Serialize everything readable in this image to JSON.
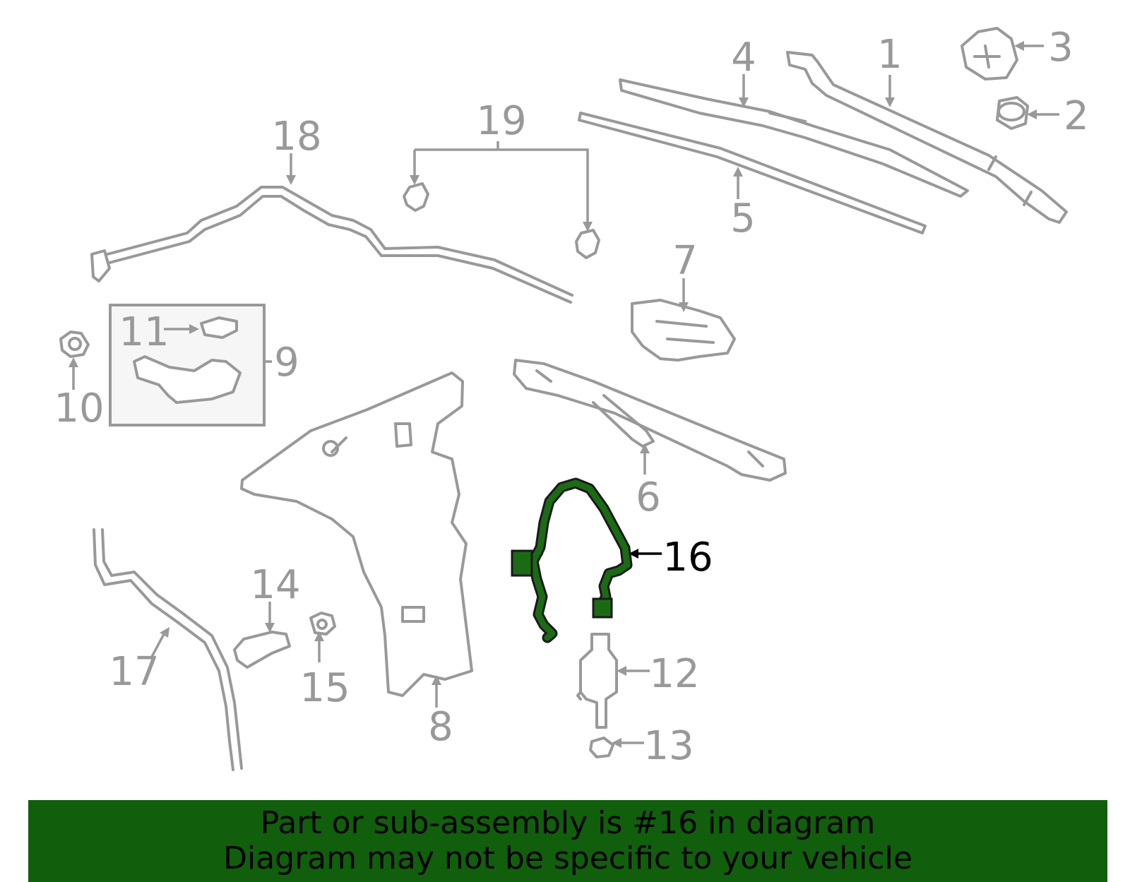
{
  "callouts": {
    "c1": "1",
    "c2": "2",
    "c3": "3",
    "c4": "4",
    "c5": "5",
    "c6": "6",
    "c7": "7",
    "c8": "8",
    "c9": "9",
    "c10": "10",
    "c11": "11",
    "c12": "12",
    "c13": "13",
    "c14": "14",
    "c15": "15",
    "c16": "16",
    "c17": "17",
    "c18": "18",
    "c19": "19"
  },
  "highlight": {
    "part": "16",
    "color": "#1b6b14"
  },
  "banner": {
    "line1": "Part or sub-assembly is #16 in diagram",
    "line2": "Diagram may not be specific to your vehicle",
    "background": "#115e0d"
  }
}
